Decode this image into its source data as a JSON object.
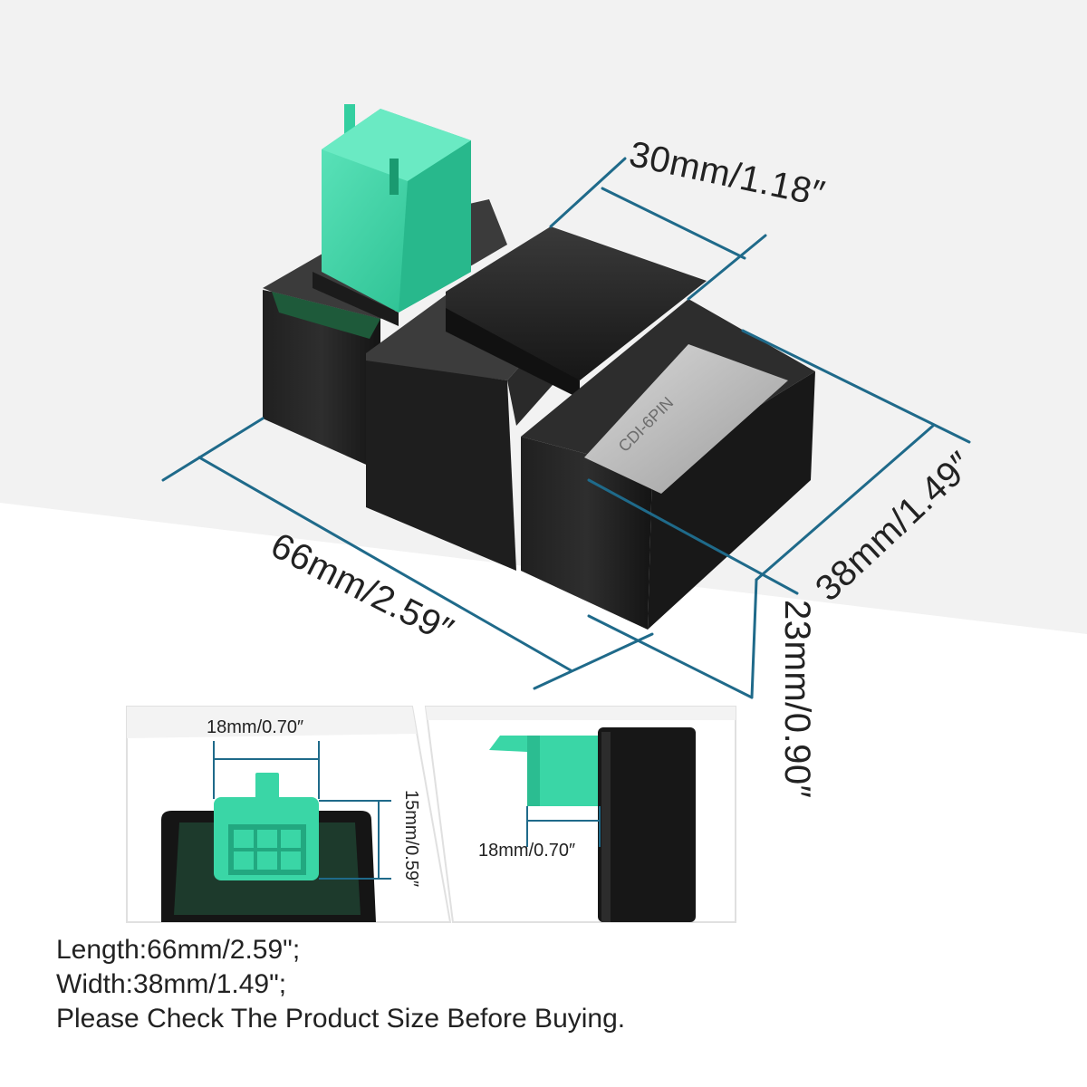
{
  "dimensions": {
    "top_width": "30mm/1.18″",
    "length": "66mm/2.59″",
    "width": "38mm/1.49″",
    "height": "23mm/0.90″",
    "connector_width": "18mm/0.70″",
    "connector_height": "15mm/0.59″",
    "connector_depth": "18mm/0.70″"
  },
  "caption": {
    "line1": "Length:66mm/2.59\";",
    "line2": "Width:38mm/1.49\";",
    "line3": "Please Check The Product Size Before Buying."
  },
  "colors": {
    "dim_line": "#1f6a8a",
    "connector": "#3ad6a6",
    "body": "#1c1c1c",
    "background_gray": "#f2f2f2"
  }
}
